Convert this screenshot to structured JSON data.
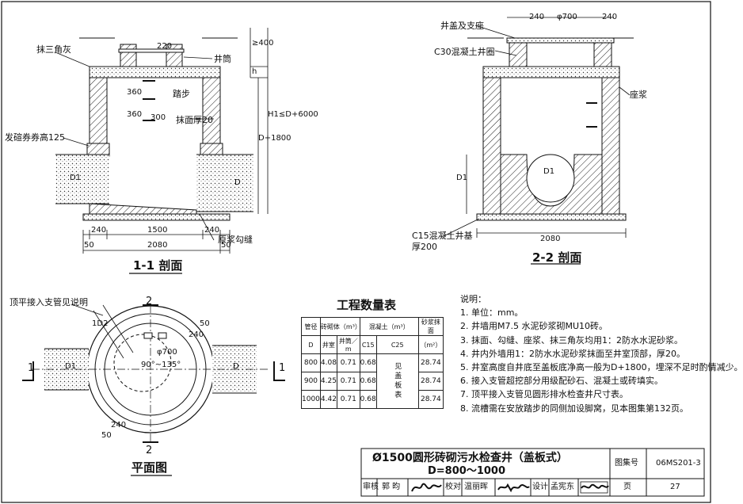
{
  "section_1_1": {
    "labels": {
      "corner": "抹三角灰",
      "riser": "井筒",
      "step": "踏步",
      "plaster": "抹面厚20",
      "brick_ledge": "发碹券券高125",
      "bedding": "原浆勾缝"
    },
    "dims": {
      "d220": "220",
      "ge400": "≥400",
      "h": "h",
      "h1": "H1≤D+6000",
      "dp1800": "D+1800",
      "d360a": "360",
      "d360b": "360",
      "d300": "300",
      "D1": "D1",
      "D": "D",
      "w240a": "240",
      "w1500": "1500",
      "w240b": "240",
      "w50a": "50",
      "w2080": "2080",
      "w50b": "50"
    },
    "caption": "1-1 剖面"
  },
  "section_2_2": {
    "labels": {
      "cover": "井盖及支座",
      "ring": "C30混凝土井圈",
      "mortar": "座浆",
      "base": "C15混凝土井基",
      "base_thk": "厚200"
    },
    "dims": {
      "w240a": "240",
      "phi700": "φ700",
      "w240b": "240",
      "D1": "D1",
      "D1c": "D1",
      "w2080": "2080"
    },
    "caption": "2-2 剖面"
  },
  "plan": {
    "labels": {
      "top_pipe": "顶平接入支管见说明"
    },
    "dims": {
      "D1": "D1",
      "D": "D",
      "phi700": "φ700",
      "ang": "90°~135°",
      "w240a": "240",
      "w50a": "50",
      "w240b": "240",
      "w50b": "50",
      "w1d2": "1D2"
    },
    "marks": {
      "s1l": "1",
      "s1r": "1",
      "s2t": "2",
      "s2b": "2"
    },
    "caption": "平面图"
  },
  "quantity_table": {
    "title": "工程数量表",
    "headers": {
      "pipe": "管径",
      "pipe_d": "D",
      "brick": "砖砌体（m³）",
      "conc": "混凝土（m³）",
      "mortar": "砂浆抹面",
      "chamber": "井室",
      "riser": "井筒／m",
      "c15": "C15",
      "c25": "C25",
      "m2": "（m²）"
    },
    "rows": [
      {
        "d": "800",
        "chamber": "4.08",
        "riser": "0.71",
        "c15": "0.68",
        "mortar": "28.74"
      },
      {
        "d": "900",
        "chamber": "4.25",
        "riser": "0.71",
        "c15": "0.68",
        "mortar": "28.74"
      },
      {
        "d": "1000",
        "chamber": "4.42",
        "riser": "0.71",
        "c15": "0.68",
        "mortar": "28.74"
      }
    ],
    "c25_note": "见盖板表"
  },
  "notes": {
    "title": "说明：",
    "items": [
      "1. 单位：mm。",
      "2. 井墙用M7.5 水泥砂浆砌MU10砖。",
      "3. 抹面、勾缝、座浆、抹三角灰均用1：2防水水泥砂浆。",
      "4. 井内外墙用1：2防水水泥砂浆抹面至井室顶部，厚20。",
      "5. 井室高度自井底至盖板底净高一般为D+1800，埋深不足时酌情减少。",
      "6. 接入支管超挖部分用级配砂石、混凝土或砖填实。",
      "7. 顶平接入支管见圆形排水检查井尺寸表。",
      "8. 流槽需在安放踏步的同侧加设脚窝，见本图集第132页。"
    ]
  },
  "title_block": {
    "title_line1": "Ø1500圆形砖砌污水检查井（盖板式）",
    "title_line2": "D=800～1000",
    "atlas_label": "图集号",
    "atlas_no": "06MS201-3",
    "page_label": "页",
    "page_no": "27",
    "review_label": "审核",
    "reviewer": "郭 昀",
    "check_label": "校对",
    "checker": "温丽晖",
    "design_label": "设计",
    "designer": "孟宪东"
  }
}
